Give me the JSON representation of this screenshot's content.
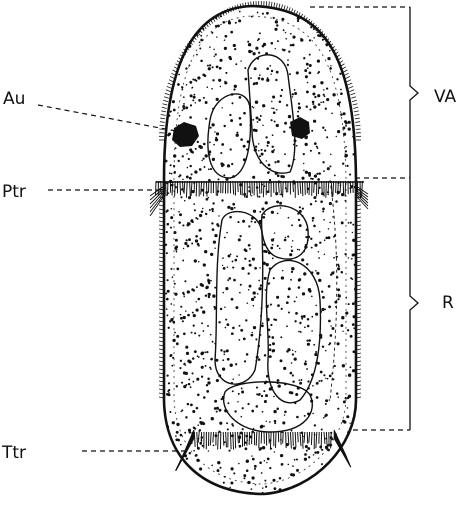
{
  "labels": {
    "au": "Au",
    "ptr": "Ptr",
    "ttr": "Ttr",
    "va": "VA",
    "r": "R"
  },
  "colors": {
    "ink": "#111111",
    "background": "#ffffff"
  }
}
